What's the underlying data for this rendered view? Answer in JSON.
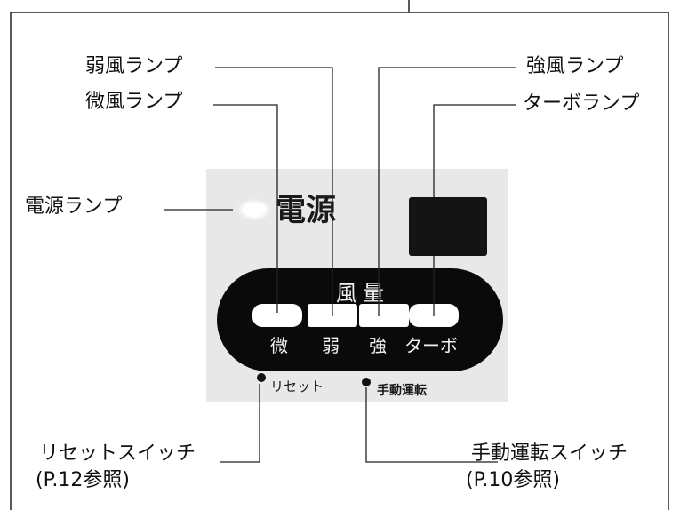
{
  "panel": {
    "power_label": "電源",
    "fan_label": "風量",
    "speeds": [
      "微",
      "弱",
      "強",
      "ターボ"
    ],
    "reset_label": "リセット",
    "manual_label": "手動運転"
  },
  "callouts": {
    "weak_lamp": "弱風ランプ",
    "micro_lamp": "微風ランプ",
    "strong_lamp": "強風ランプ",
    "turbo_lamp": "ターボランプ",
    "power_lamp": "電源ランプ",
    "reset_switch": "リセットスイッチ",
    "reset_ref": "(P.12参照)",
    "manual_switch": "手動運転スイッチ",
    "manual_ref": "(P.10参照)"
  },
  "colors": {
    "panel_bg": "#e8e8e8",
    "lamp_glow": "#ffffff",
    "pill_fill": "#0a0a0a",
    "turbo_button": "#141414"
  }
}
